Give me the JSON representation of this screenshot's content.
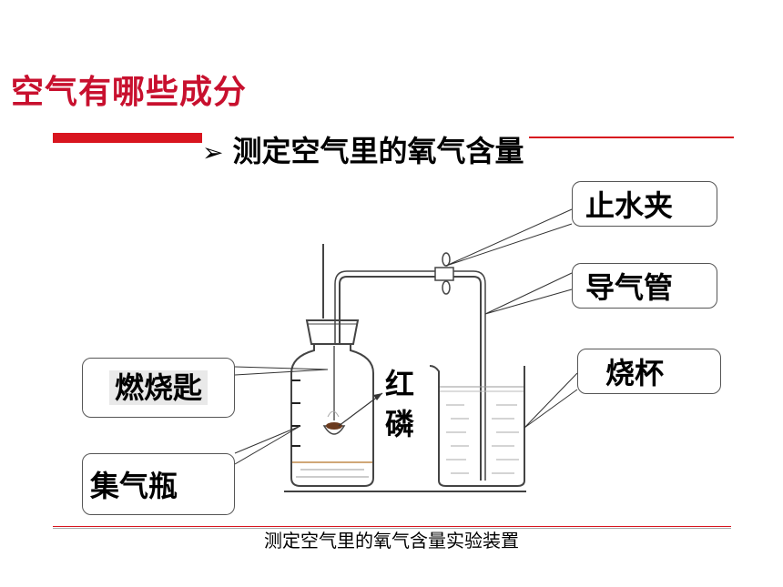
{
  "slide": {
    "title": "空气有哪些成分",
    "subtitle_bullet": "➢",
    "subtitle": "测定空气里的氧气含量",
    "caption": "测定空气里的氧气含量实验装置"
  },
  "labels": {
    "clamp": "止水夹",
    "tube": "导气管",
    "beaker": "烧杯",
    "spoon": "燃烧匙",
    "bottle": "集气瓶",
    "phosphorus": "红磷"
  },
  "colors": {
    "title": "#c8102e",
    "bar": "#d8151f"
  }
}
